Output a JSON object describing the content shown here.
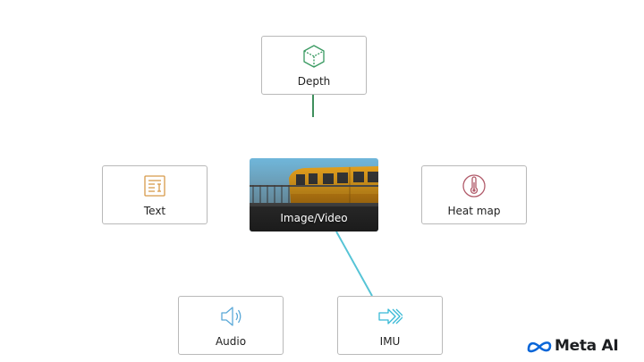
{
  "colors": {
    "depth": "#3a9a62",
    "text": "#d79a4a",
    "heat": "#b15b6a",
    "audio": "#5ba9d8",
    "imu": "#38b9d6",
    "link_depth": "#3f8f5d",
    "link_imu": "#56c4d6"
  },
  "nodes": {
    "depth": {
      "label": "Depth",
      "icon": "cube-icon"
    },
    "text": {
      "label": "Text",
      "icon": "document-icon"
    },
    "heat": {
      "label": "Heat map",
      "icon": "thermometer-icon"
    },
    "audio": {
      "label": "Audio",
      "icon": "speaker-icon"
    },
    "imu": {
      "label": "IMU",
      "icon": "motion-arrows-icon"
    },
    "image": {
      "label": "Image/Video",
      "icon": "train-photo"
    }
  },
  "links": [
    {
      "from": "depth",
      "to": "image"
    },
    {
      "from": "image",
      "to": "imu"
    }
  ],
  "brand": {
    "text": "Meta AI",
    "icon": "meta-logo-icon"
  }
}
